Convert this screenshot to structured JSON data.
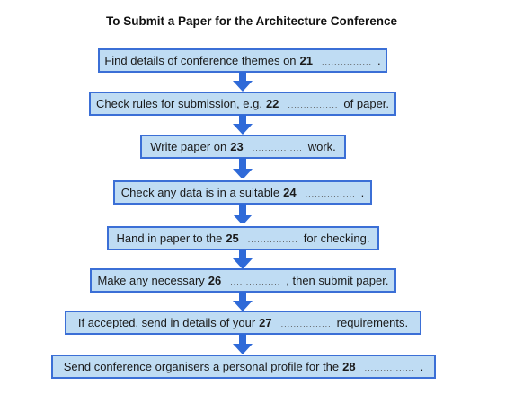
{
  "title": "To Submit a Paper for the Architecture Conference",
  "dots": "................",
  "steps": [
    {
      "before": "Find details of conference themes on",
      "num": "21",
      "after": "."
    },
    {
      "before": "Check rules for submission, e.g.",
      "num": "22",
      "after": "of paper."
    },
    {
      "before": "Write paper on",
      "num": "23",
      "after": "work."
    },
    {
      "before": "Check any data is in a suitable",
      "num": "24",
      "after": "."
    },
    {
      "before": "Hand in paper to the",
      "num": "25",
      "after": "for checking."
    },
    {
      "before": "Make any necessary",
      "num": "26",
      "after": ", then submit paper."
    },
    {
      "before": "If accepted, send in details of your",
      "num": "27",
      "after": "requirements."
    },
    {
      "before": "Send conference organisers a personal profile for the",
      "num": "28",
      "after": "."
    }
  ],
  "colors": {
    "box_fill": "#bfdcf3",
    "box_border": "#3b6fd6",
    "arrow": "#2f6ad8"
  }
}
